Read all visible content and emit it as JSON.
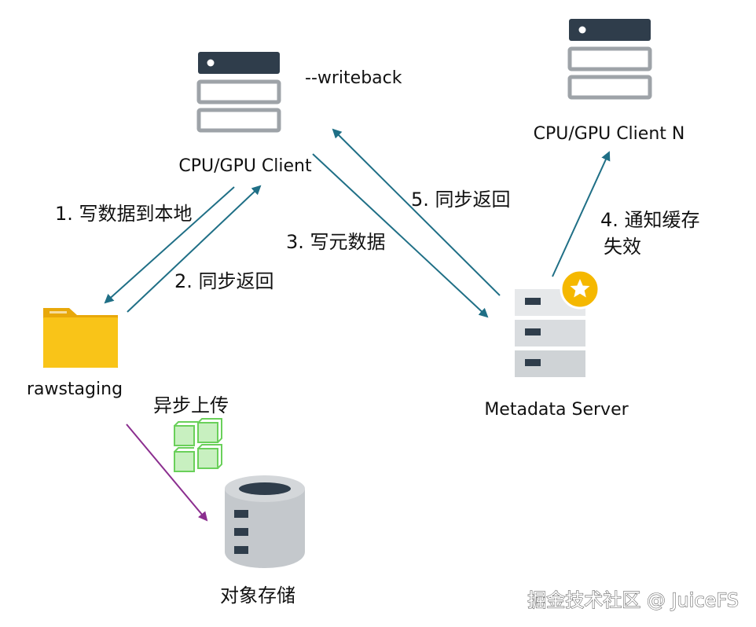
{
  "nodes": {
    "client": {
      "label": "CPU/GPU Client",
      "annotation": "--writeback"
    },
    "client_n": {
      "label": "CPU/GPU Client N"
    },
    "rawstaging": {
      "label": "rawstaging"
    },
    "metadata_server": {
      "label": "Metadata Server"
    },
    "object_storage": {
      "label": "对象存储"
    }
  },
  "edges": {
    "write_local": {
      "label": "1. 写数据到本地"
    },
    "sync_return_local": {
      "label": "2. 同步返回"
    },
    "write_metadata": {
      "label": "3. 写元数据"
    },
    "notify_invalidate": {
      "label_line1": "4. 通知缓存",
      "label_line2": "失效"
    },
    "sync_return_meta": {
      "label": "5. 同步返回"
    },
    "async_upload": {
      "label": "异步上传"
    }
  },
  "colors": {
    "arrow_teal": "#1f6f86",
    "arrow_purple": "#8b2e8f",
    "server_dark": "#2f3d4b",
    "server_gray": "#9ea3a8",
    "folder_yellow": "#f9c418",
    "star_gold": "#f5b800",
    "cube_green": "#6ad05a",
    "storage_gray": "#c4c8cc"
  },
  "icons": [
    "server-icon",
    "folder-icon",
    "star-badge-icon",
    "cubes-icon",
    "storage-cylinder-icon"
  ],
  "watermark": "掘金技术社区 @ JuiceFS"
}
